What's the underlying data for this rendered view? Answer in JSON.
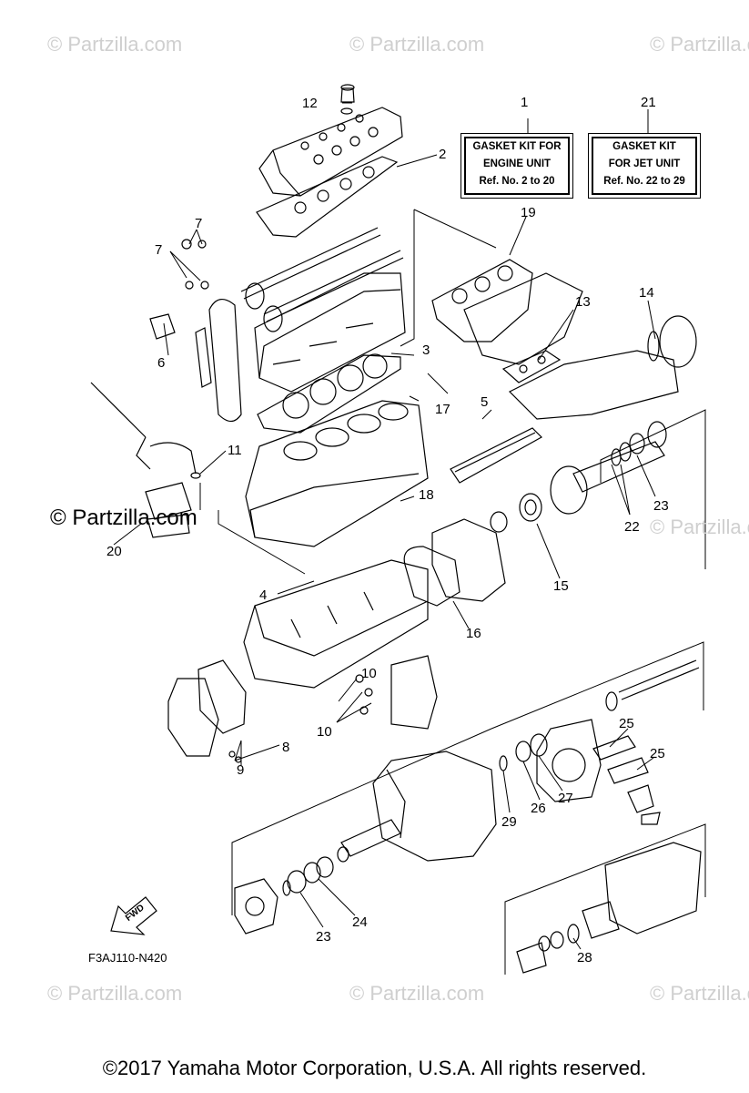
{
  "watermark": {
    "text": "© Partzilla.com",
    "prominent_text": "© Partzilla.com"
  },
  "kits": [
    {
      "number": "1",
      "lines": [
        "GASKET KIT FOR",
        "ENGINE UNIT",
        "Ref. No. 2 to 20"
      ]
    },
    {
      "number": "21",
      "lines": [
        "GASKET KIT",
        "FOR JET UNIT",
        "Ref. No. 22 to 29"
      ]
    }
  ],
  "callouts": [
    "12",
    "2",
    "19",
    "13",
    "14",
    "7",
    "7",
    "6",
    "3",
    "17",
    "5",
    "11",
    "18",
    "23",
    "22",
    "20",
    "15",
    "4",
    "16",
    "8",
    "9",
    "10",
    "10",
    "25",
    "25",
    "29",
    "26",
    "27",
    "23",
    "24",
    "28"
  ],
  "fwd_label": "FWD",
  "part_number": "F3AJ110-N420",
  "footer": "©2017  Yamaha Motor Corporation, U.S.A. All rights reserved.",
  "colors": {
    "line": "#000000",
    "watermark": "#cfcfcf",
    "background": "#ffffff"
  }
}
